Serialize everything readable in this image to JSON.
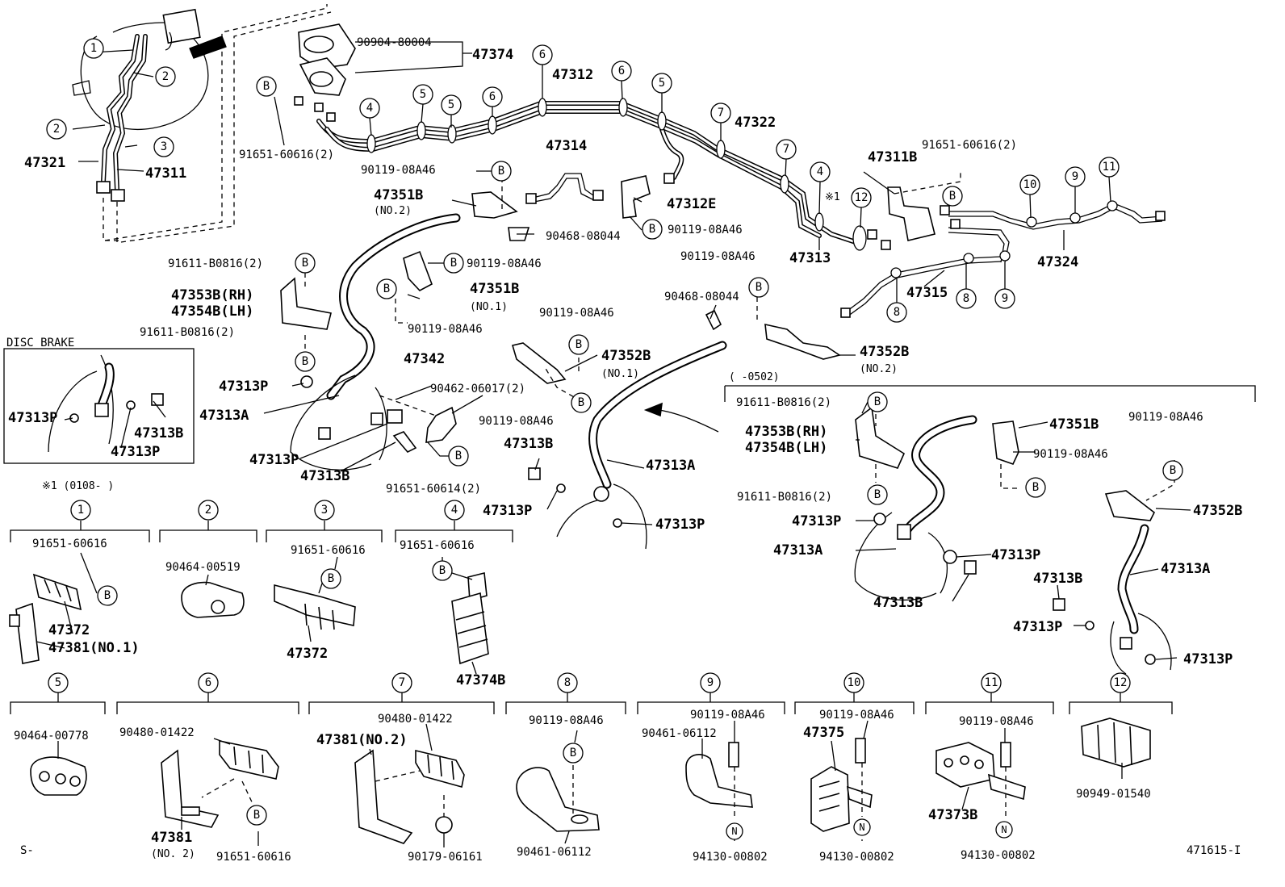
{
  "section_labels": {
    "disc_brake": "DISC BRAKE",
    "note1": "※1 (0108-     )",
    "date_range": "(     -0502)",
    "figure_id": "471615-I",
    "footer_mark": "S-",
    "note_mark": "※1"
  },
  "callouts": {
    "b": "B",
    "n": "N",
    "c1": "1",
    "c2": "2",
    "c3": "3",
    "c4": "4",
    "c5": "5",
    "c6": "6",
    "c7": "7",
    "c8": "8",
    "c9": "9",
    "c10": "10",
    "c11": "11",
    "c12": "12"
  },
  "main_parts": {
    "p47374": "47374",
    "p90904": "90904-80004",
    "p47312": "47312",
    "p47322": "47322",
    "p47314": "47314",
    "p47312e": "47312E",
    "p47311b": "47311B",
    "p47313": "47313",
    "p47324": "47324",
    "p47315": "47315",
    "p47321": "47321",
    "p47311": "47311",
    "p91651_60616_2a": "91651-60616(2)",
    "p91651_60616_2b": "91651-60616(2)",
    "p90119_a": "90119-08A46",
    "p47351b_no2": "47351B",
    "no2_a": "(NO.2)",
    "p90468_a": "90468-08044",
    "p90119_b": "90119-08A46",
    "p90119_c": "90119-08A46",
    "p91611_a": "91611-B0816(2)",
    "p90119_d": "90119-08A46",
    "p47353b": "47353B(RH)",
    "p47354b": "47354B(LH)",
    "p47351b_no1": "47351B",
    "no1_a": "(NO.1)",
    "p91611_b": "91611-B0816(2)",
    "p90119_e": "90119-08A46",
    "p90468_b": "90468-08044",
    "p90119_f": "90119-08A46",
    "p47352b_no1": "47352B",
    "no1_b": "(NO.1)",
    "p47352b_no2": "47352B",
    "no2_b": "(NO.2)",
    "p47342": "47342",
    "p90462": "90462-06017(2)",
    "p90119_g": "90119-08A46",
    "p47313p_a": "47313P",
    "p47313a_a": "47313A",
    "p47313p_b": "47313P",
    "p47313b_a": "47313B",
    "p91651_60614": "91651-60614(2)",
    "p47313b_b": "47313B",
    "p47313a_b": "47313A",
    "p47313p_c": "47313P",
    "p47313p_d": "47313P",
    "disc_47313p_a": "47313P",
    "disc_47313b": "47313B",
    "disc_47313p_b": "47313P"
  },
  "inset_parts": {
    "p91611_c": "91611-B0816(2)",
    "p47353b": "47353B(RH)",
    "p47354b": "47354B(LH)",
    "p91611_d": "91611-B0816(2)",
    "p47313p_a": "47313P",
    "p47313a_a": "47313A",
    "p47313p_b": "47313P",
    "p47313b_a": "47313B",
    "p47351b": "47351B",
    "p90119_a": "90119-08A46",
    "p90119_b": "90119-08A46",
    "p47352b": "47352B",
    "p47313a_b": "47313A",
    "p47313b_b": "47313B",
    "p47313p_c": "47313P",
    "p47313p_d": "47313P"
  },
  "legend": {
    "g1_a": "91651-60616",
    "g1_b": "47372",
    "g1_c": "47381(NO.1)",
    "g2_a": "90464-00519",
    "g3_a": "91651-60616",
    "g3_b": "47372",
    "g4_a": "91651-60616",
    "g4_b": "47374B",
    "g5_a": "90464-00778",
    "g6_a": "90480-01422",
    "g6_b": "47381",
    "g6_c": "(NO. 2)",
    "g6_d": "91651-60616",
    "g7_a": "90480-01422",
    "g7_b": "47381(NO.2)",
    "g7_c": "90179-06161",
    "g8_a": "90119-08A46",
    "g8_b": "90461-06112",
    "g9_a": "90119-08A46",
    "g9_b": "90461-06112",
    "g9_c": "94130-00802",
    "g10_a": "90119-08A46",
    "g10_b": "47375",
    "g10_c": "94130-00802",
    "g11_a": "90119-08A46",
    "g11_b": "47373B",
    "g11_c": "94130-00802",
    "g12_a": "90949-01540"
  }
}
